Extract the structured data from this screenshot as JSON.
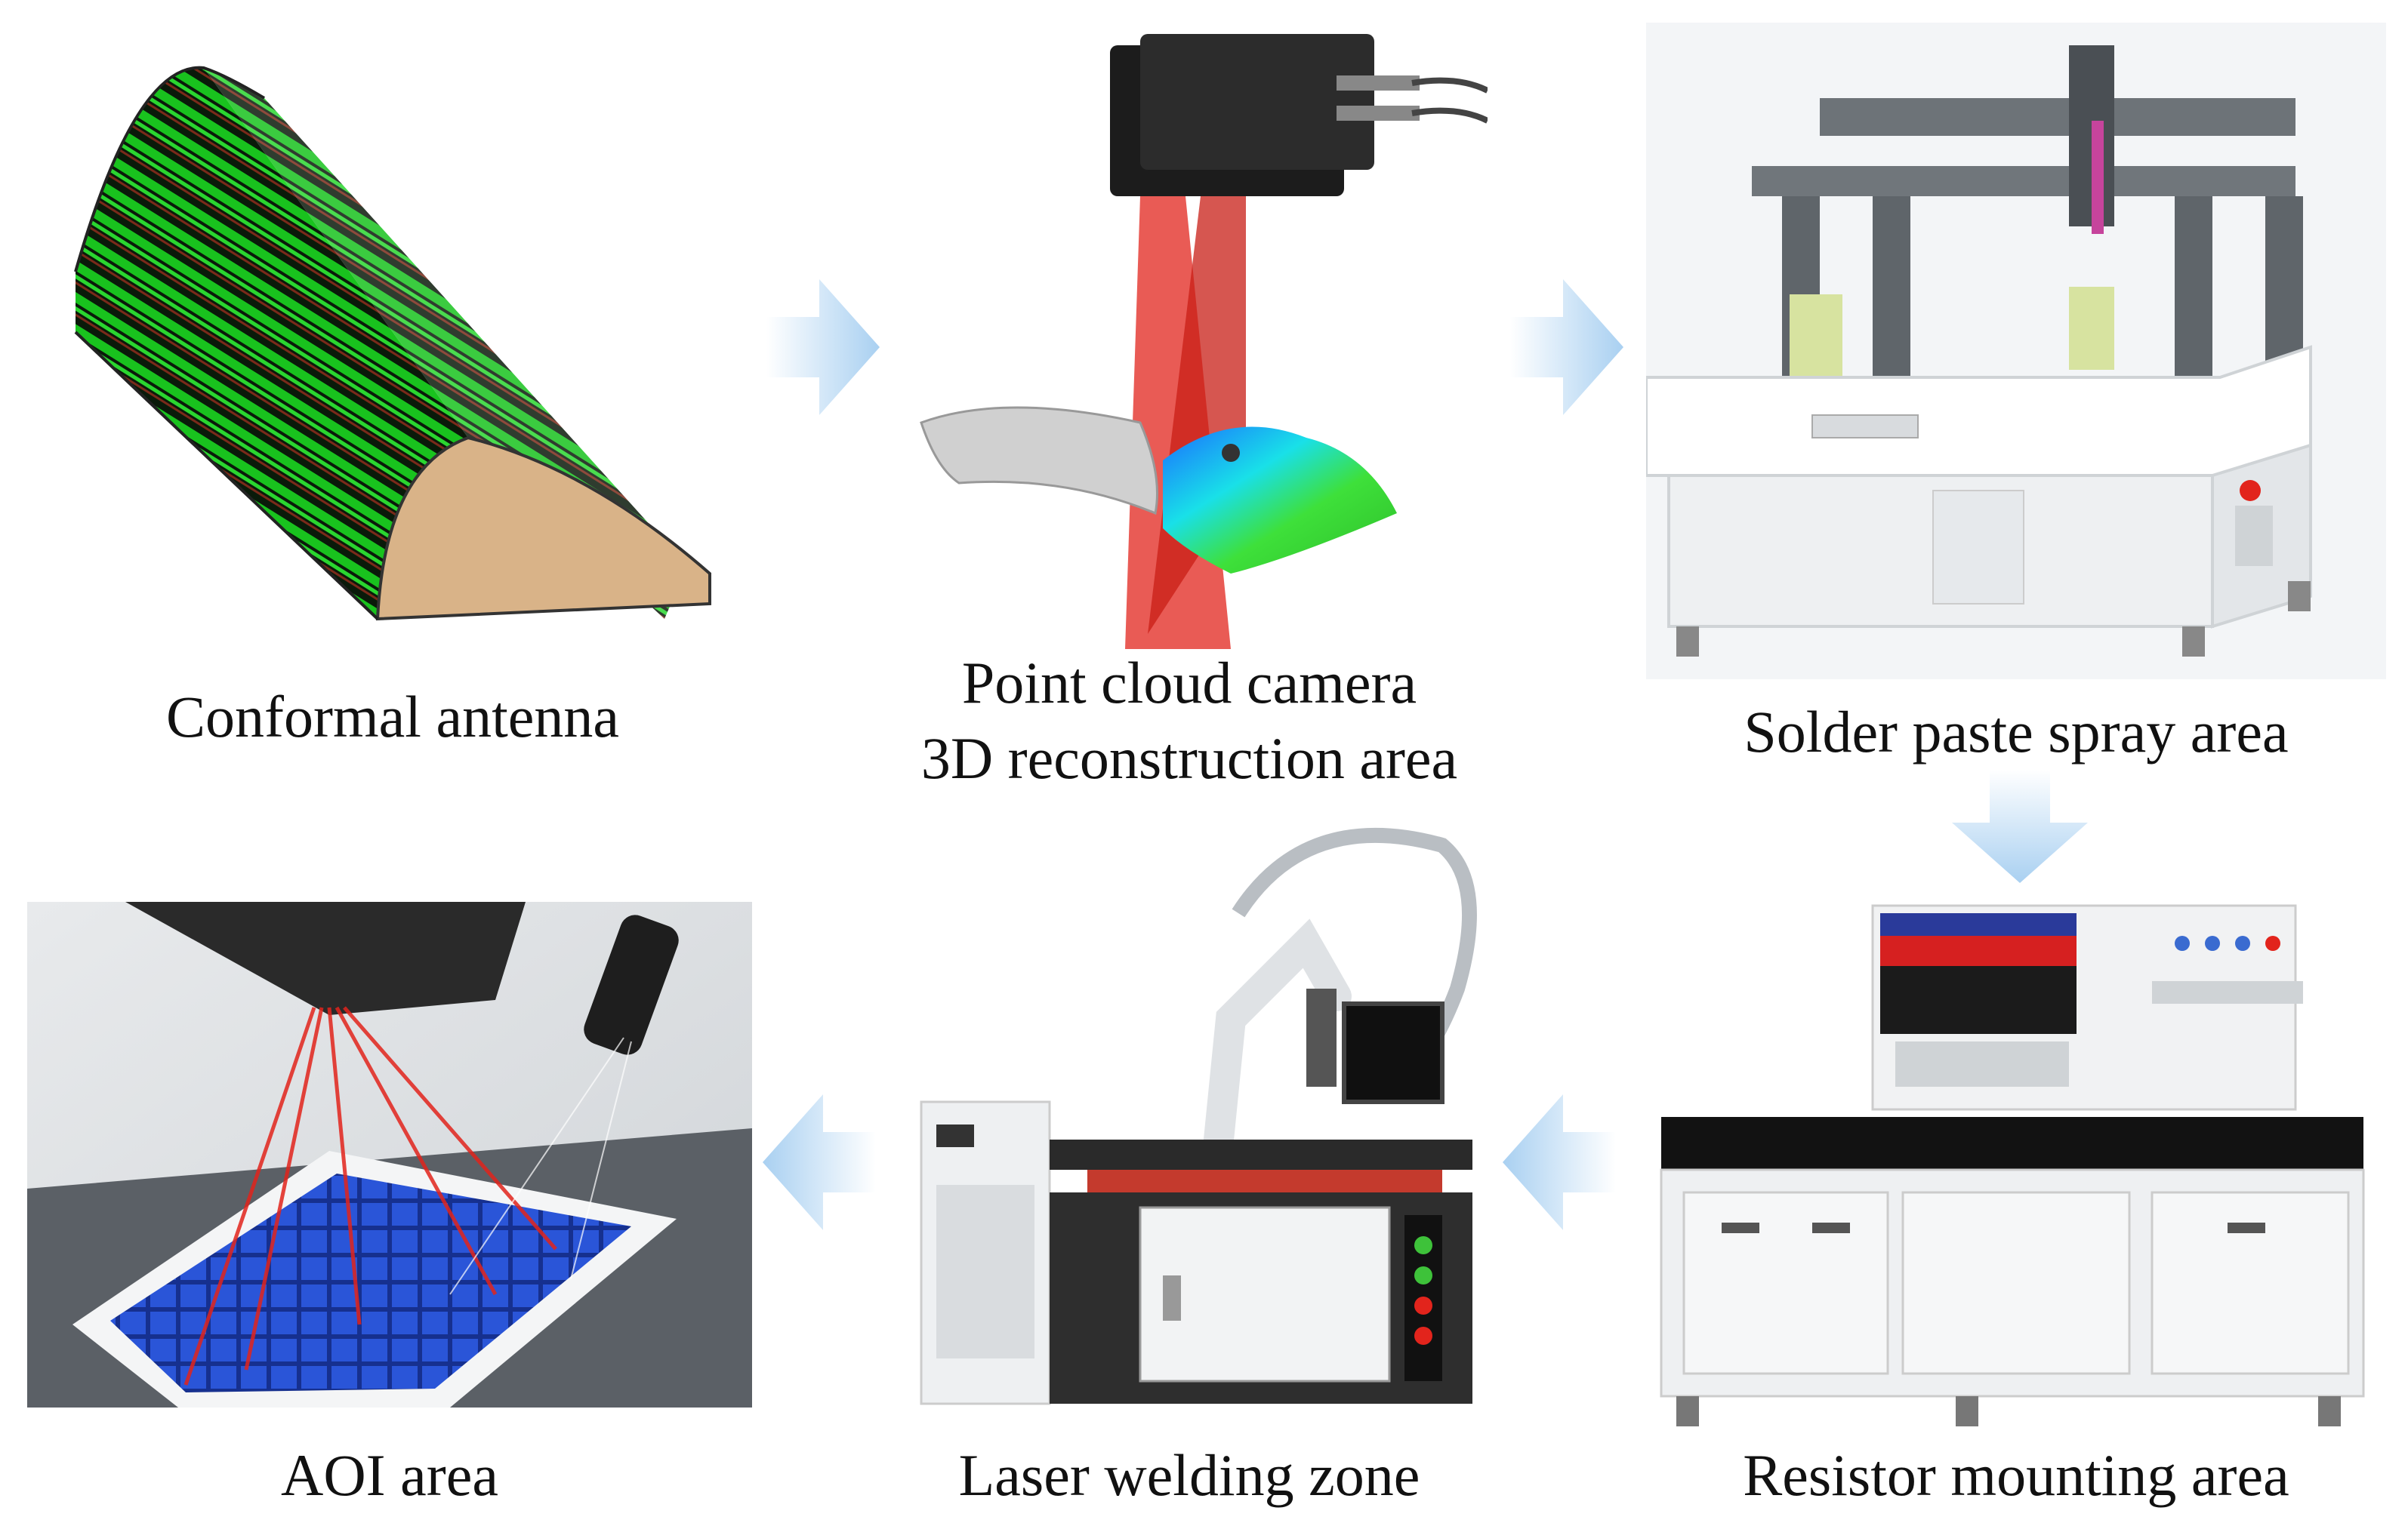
{
  "steps": [
    {
      "id": "conformal-antenna",
      "caption": "Conformal antenna"
    },
    {
      "id": "point-cloud",
      "caption_line1": "Point cloud camera",
      "caption_line2": "3D reconstruction area"
    },
    {
      "id": "solder-paste",
      "caption": "Solder paste spray area"
    },
    {
      "id": "resistor-mounting",
      "caption": "Resistor mounting area"
    },
    {
      "id": "laser-welding",
      "caption": "Laser welding zone"
    },
    {
      "id": "aoi",
      "caption": "AOI area"
    }
  ],
  "flow_order": [
    "Conformal antenna",
    "Point cloud camera 3D reconstruction area",
    "Solder paste spray area",
    "Resistor mounting area",
    "Laser welding zone",
    "AOI area"
  ],
  "colors": {
    "arrow": "#a9d0f1",
    "antenna_pattern": "#19c21e",
    "antenna_body": "#d9b388",
    "laser": "#e2241c",
    "machine_white": "#eef0f2",
    "machine_gray": "#6d7378",
    "tray_blue": "#1d3fb8"
  },
  "icons": [
    "arrow-right-icon",
    "arrow-down-icon",
    "arrow-left-icon"
  ]
}
